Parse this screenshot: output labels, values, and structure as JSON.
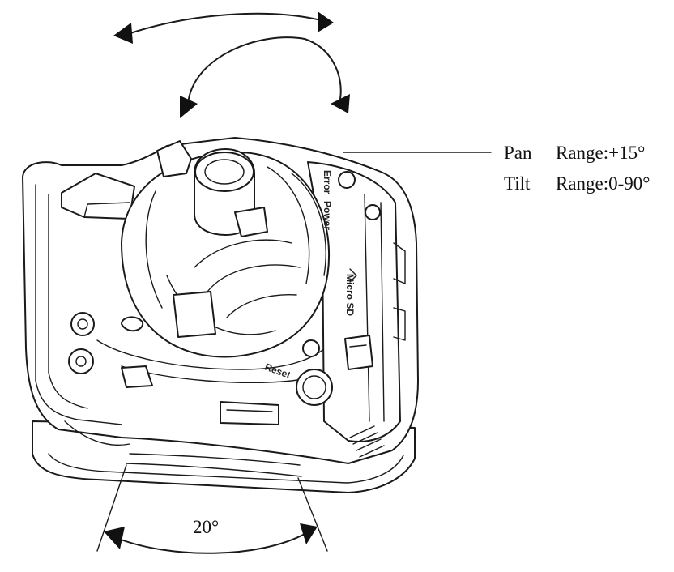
{
  "labels": {
    "pan_label": "Pan",
    "pan_range": "Range:+15°",
    "tilt_label": "Tilt",
    "tilt_range": "Range:0-90°",
    "rotation_angle": "20°"
  },
  "device_markings": {
    "error": "Error",
    "power": "Power",
    "micro_sd": "Micro SD",
    "reset": "Reset"
  }
}
